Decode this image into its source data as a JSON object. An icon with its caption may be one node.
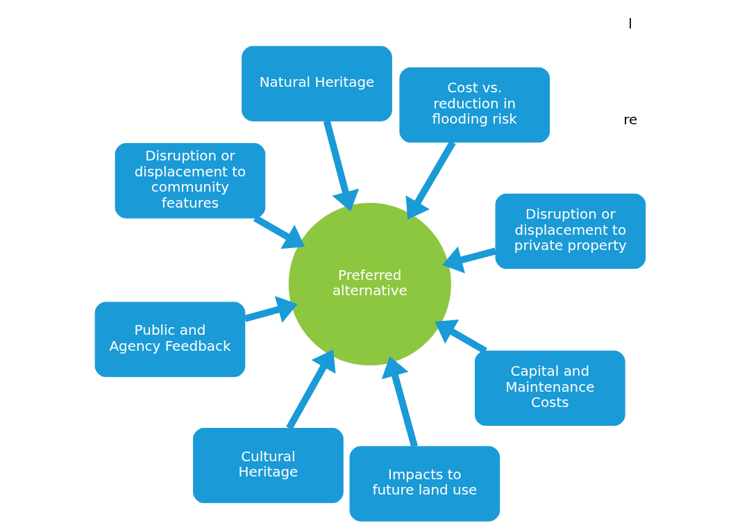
{
  "diagram": {
    "nodes": [
      {
        "text": [
          "Preferred alternative"
        ]
      },
      {
        "text": [
          "Disruption or displacement to private property"
        ]
      },
      {
        "text": [
          "Cultural Heritage"
        ]
      },
      {
        "text": [
          "Disruption or displacement to community features"
        ]
      },
      {
        "text": [
          "Cost vs. reduction in flooding risk"
        ]
      },
      {
        "text": [
          "Natural Heritage"
        ]
      },
      {
        "text": [
          "Public and Agency Feedback"
        ]
      },
      {
        "text": [
          "Capital and Maintenance Costs"
        ]
      },
      {
        "text": [
          "Impacts to future land use"
        ]
      }
    ],
    "edges": [
      {
        "from": 1,
        "to": 0,
        "arrow": "to"
      },
      {
        "from": 2,
        "to": 0,
        "arrow": "to"
      },
      {
        "from": 3,
        "to": 0,
        "arrow": "to"
      },
      {
        "from": 4,
        "to": 0,
        "arrow": "to"
      },
      {
        "from": 5,
        "to": 0,
        "arrow": "to"
      },
      {
        "from": 6,
        "to": 0,
        "arrow": "to"
      },
      {
        "from": 7,
        "to": 0,
        "arrow": "to"
      },
      {
        "from": 8,
        "to": 0,
        "arrow": "to"
      }
    ],
    "labels": [
      "re",
      "l"
    ]
  }
}
